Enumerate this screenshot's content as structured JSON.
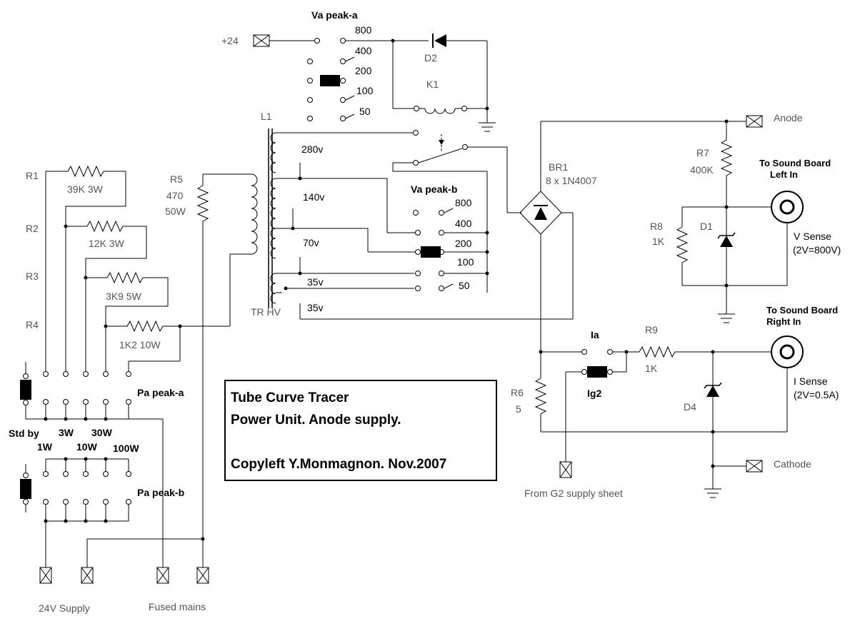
{
  "labels": {
    "plus24": "+24",
    "va_peak_a": "Va peak-a",
    "va_peak_b": "Va peak-b",
    "pa_peak_a": "Pa peak-a",
    "pa_peak_b": "Pa peak-b",
    "d2": "D2",
    "k1": "K1",
    "l1": "L1",
    "tr_hv": "TR HV",
    "r1": "R1",
    "r2": "R2",
    "r3": "R3",
    "r4": "R4",
    "r1_val": "39K  3W",
    "r2_val": "12K  3W",
    "r3_val": "3K9  5W",
    "r4_val": "1K2 10W",
    "r5": "R5",
    "r5_val1": "470",
    "r5_val2": "50W",
    "r6": "R6",
    "r6_val": "5",
    "r7": "R7",
    "r7_val": "400K",
    "r8": "R8",
    "r8_val": "1K",
    "r9": "R9",
    "r9_val": "1K",
    "d1": "D1",
    "d4": "D4",
    "br1": "BR1",
    "br1_val": "8 x 1N4007",
    "anode": "Anode",
    "cathode": "Cathode",
    "sound_left_1": "To Sound Board",
    "sound_left_2": "Left In",
    "sound_right_1": "To Sound Board",
    "sound_right_2": "Right In",
    "v_sense_1": "V Sense",
    "v_sense_2": "(2V=800V)",
    "i_sense_1": "I Sense",
    "i_sense_2": "(2V=0.5A)",
    "ia": "Ia",
    "ig2": "Ig2",
    "from_g2": "From G2 supply sheet",
    "supply_24v": "24V Supply",
    "fused_mains": "Fused mains",
    "std_by": "Std by",
    "w1": "1W",
    "w3": "3W",
    "w10": "10W",
    "w30": "30W",
    "w100": "100W",
    "tap_280": "280v",
    "tap_140": "140v",
    "tap_70": "70v",
    "tap_35a": "35v",
    "tap_35b": "35v",
    "va_a_taps": [
      "800",
      "400",
      "200",
      "100",
      "50"
    ],
    "va_b_taps": [
      "800",
      "400",
      "200",
      "100",
      "50"
    ]
  },
  "title_box": {
    "line1": "Tube Curve Tracer",
    "line2": "Power Unit. Anode supply.",
    "line3": "Copyleft Y.Monmagnon. Nov.2007"
  }
}
